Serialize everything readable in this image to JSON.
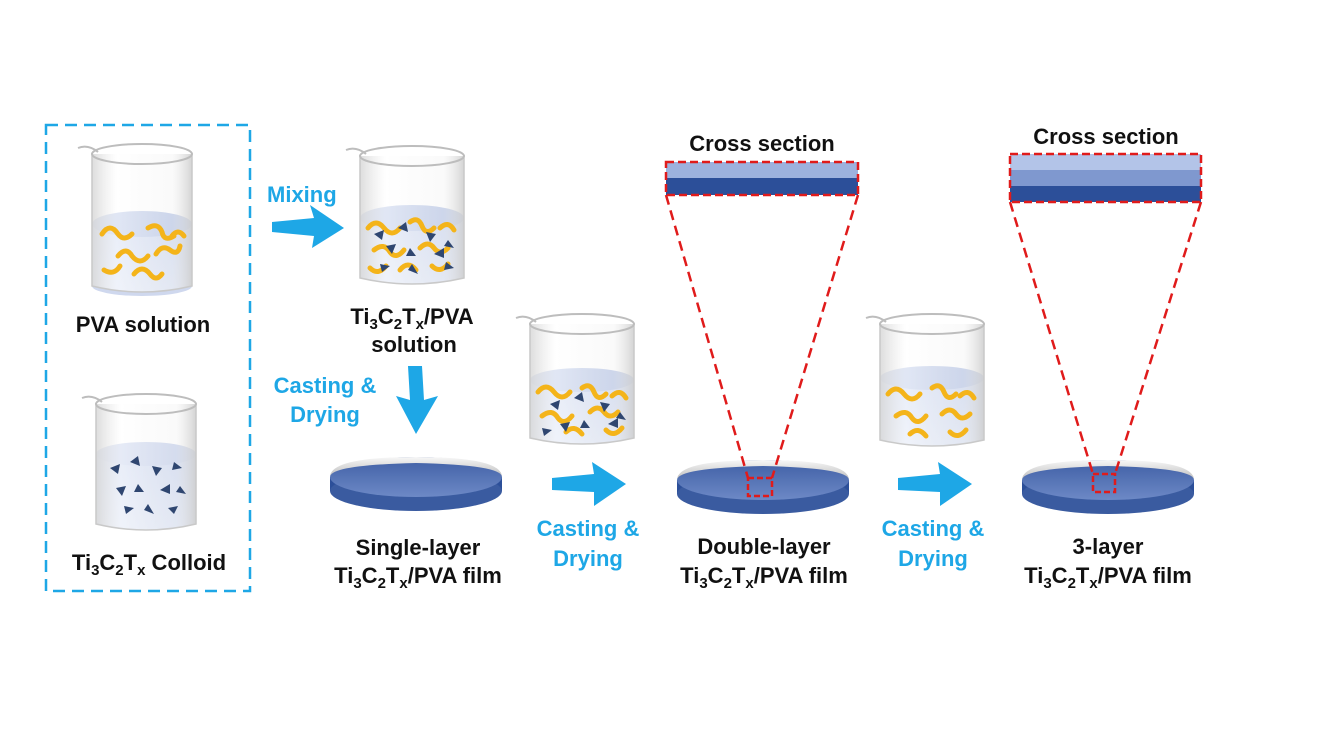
{
  "colors": {
    "accent_arrow": "#1ea7e6",
    "mxene_flake": "#2f4670",
    "pva_chain": "#f4b41a",
    "liquid": "#b8c6e6",
    "film": "#4c6cb0",
    "film_light": "#9db2de",
    "film_dark": "#2c4f99",
    "zoom_box": "#e01b1b",
    "group_box": "#1ea7e6"
  },
  "labels": {
    "pva_solution": "PVA solution",
    "colloid": {
      "ti": "Ti",
      "s3": "3",
      "c": "C",
      "s2": "2",
      "t": "T",
      "sx": "x",
      "rest": " Colloid"
    },
    "mixing": "Mixing",
    "mix_solution": {
      "ti": "Ti",
      "s3": "3",
      "c": "C",
      "s2": "2",
      "t": "T",
      "sx": "x",
      "rest": "/PVA",
      "line2": "solution"
    },
    "cast1": {
      "line1": "Casting &",
      "line2": "Drying"
    },
    "cast2": {
      "line1": "Casting &",
      "line2": "Drying"
    },
    "cast3": {
      "line1": "Casting &",
      "line2": "Drying"
    },
    "single": {
      "line1": "Single-layer",
      "ti": "Ti",
      "s3": "3",
      "c": "C",
      "s2": "2",
      "t": "T",
      "sx": "x",
      "rest": "/PVA film"
    },
    "double": {
      "line1": "Double-layer",
      "ti": "Ti",
      "s3": "3",
      "c": "C",
      "s2": "2",
      "t": "T",
      "sx": "x",
      "rest": "/PVA film"
    },
    "triple": {
      "line1": "3-layer",
      "ti": "Ti",
      "s3": "3",
      "c": "C",
      "s2": "2",
      "t": "T",
      "sx": "x",
      "rest": "/PVA film"
    },
    "cross1": "Cross section",
    "cross2": "Cross section"
  },
  "icons": [
    "beaker-icon",
    "arrow-right-icon",
    "arrow-down-icon",
    "petri-dish-icon",
    "pva-chain-icon",
    "mxene-flake-icon"
  ]
}
